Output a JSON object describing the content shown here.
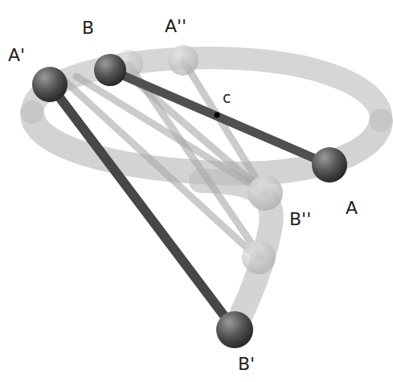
{
  "diagram": {
    "labels": [
      "A'",
      "B",
      "A''",
      "c",
      "A",
      "B''",
      "B'"
    ]
  }
}
